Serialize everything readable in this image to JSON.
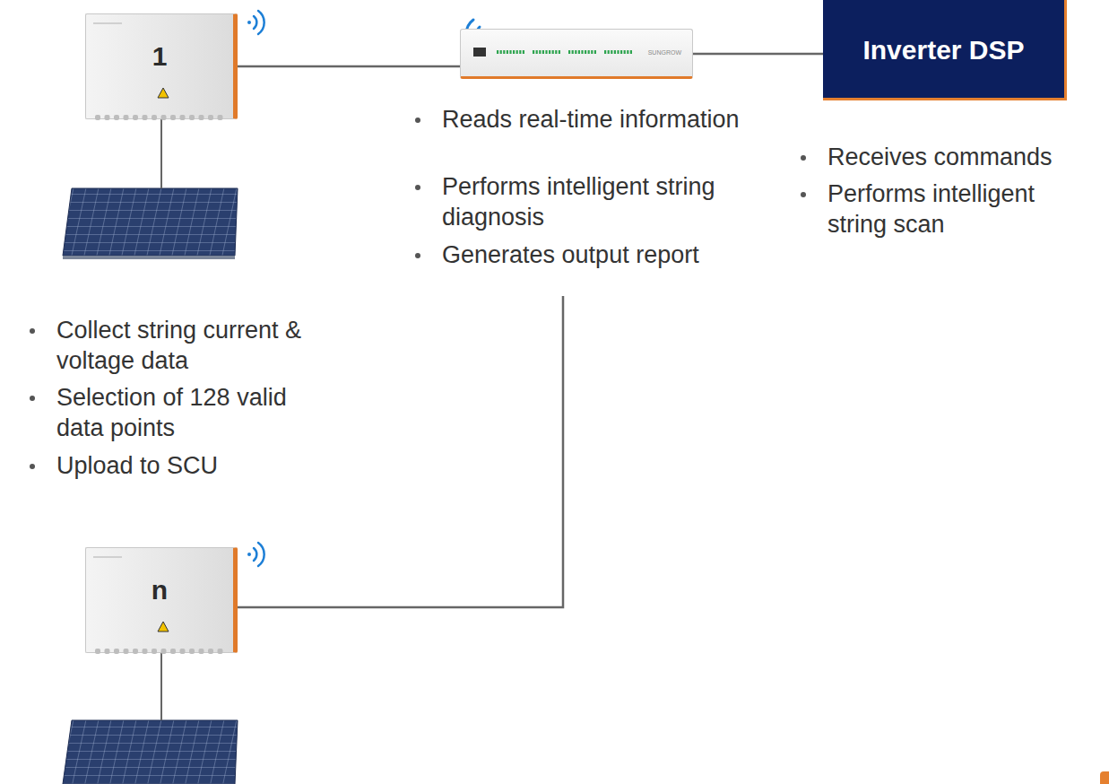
{
  "diagram": {
    "nodes": [
      {
        "text": [
          "1"
        ]
      },
      {
        "text": [
          "SUNGROW"
        ]
      },
      {
        "text": [
          "Inverter DSP"
        ]
      },
      {
        "text": [
          "n"
        ]
      }
    ],
    "edges": [
      {
        "from": 0,
        "to": 1,
        "arrow": "none"
      },
      {
        "from": 1,
        "to": 2,
        "arrow": "none"
      }
    ],
    "labels": [
      "Reads real-time information",
      "Performs intelligent string diagnosis",
      "Generates output report",
      "Receives commands",
      "Performs intelligent string scan",
      "Collect string current & voltage data",
      "Selection of 128 valid data points",
      "Upload to SCU"
    ]
  }
}
